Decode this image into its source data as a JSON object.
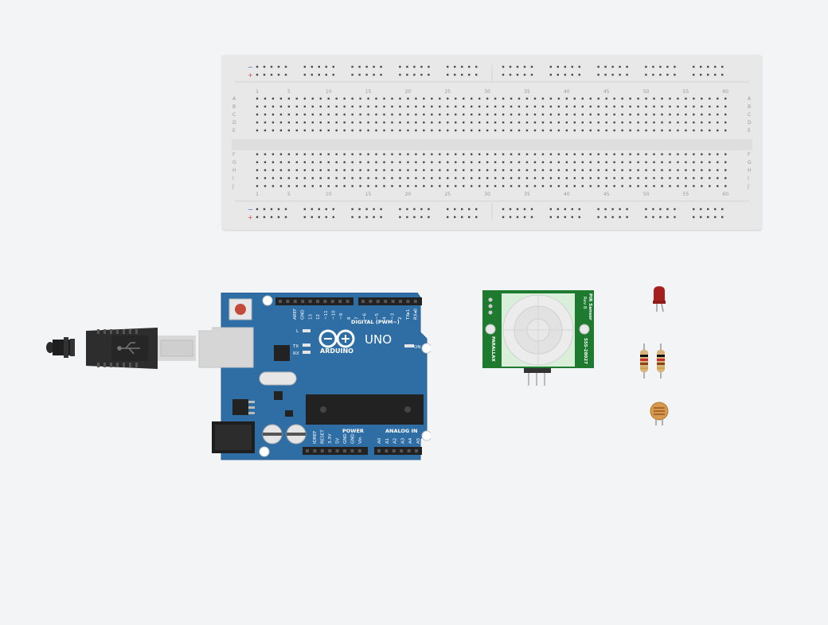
{
  "breadboard": {
    "row_letters_top": [
      "A",
      "B",
      "C",
      "D",
      "E"
    ],
    "row_letters_bottom": [
      "F",
      "G",
      "H",
      "I",
      "J"
    ],
    "column_numbers": [
      "1",
      "5",
      "10",
      "15",
      "20",
      "25",
      "30",
      "35",
      "40",
      "45",
      "50",
      "55",
      "60"
    ],
    "rail_minus": "−",
    "rail_plus": "+",
    "rail_minus_color": "#3b6fd6",
    "rail_plus_color": "#d94a4a"
  },
  "arduino": {
    "logo_text": "ARDUINO",
    "model_text": "UNO",
    "digital_label": "DIGITAL (PWM~)",
    "power_label": "POWER",
    "analog_label": "ANALOG IN",
    "digital_pins": [
      "AREF",
      "GND",
      "13",
      "12",
      "~11",
      "~10",
      "~9",
      "8",
      "7",
      "~6",
      "~5",
      "4",
      "~3",
      "2",
      "TX▸1",
      "RX◂0"
    ],
    "power_pins": [
      "IOREF",
      "RESET",
      "3.3V",
      "5V",
      "GND",
      "GND",
      "Vin"
    ],
    "analog_pins": [
      "A0",
      "A1",
      "A2",
      "A3",
      "A4",
      "A5"
    ],
    "led_l": "L",
    "led_tx": "TX",
    "led_rx": "RX",
    "on_label": "ON",
    "board_color": "#2f6ea5"
  },
  "pir_sensor": {
    "brand": "PARALLAX",
    "title_line1": "PIR Sensor",
    "title_line2": "Rev B",
    "part_number": "555-28027",
    "board_color": "#1d7a2e"
  },
  "usb_cable": {
    "icon": "usb-icon"
  },
  "components": {
    "led": {
      "color": "#a51f1f"
    },
    "resistors": {
      "count": 2
    },
    "photoresistor": {
      "color": "#d79a4c"
    }
  }
}
